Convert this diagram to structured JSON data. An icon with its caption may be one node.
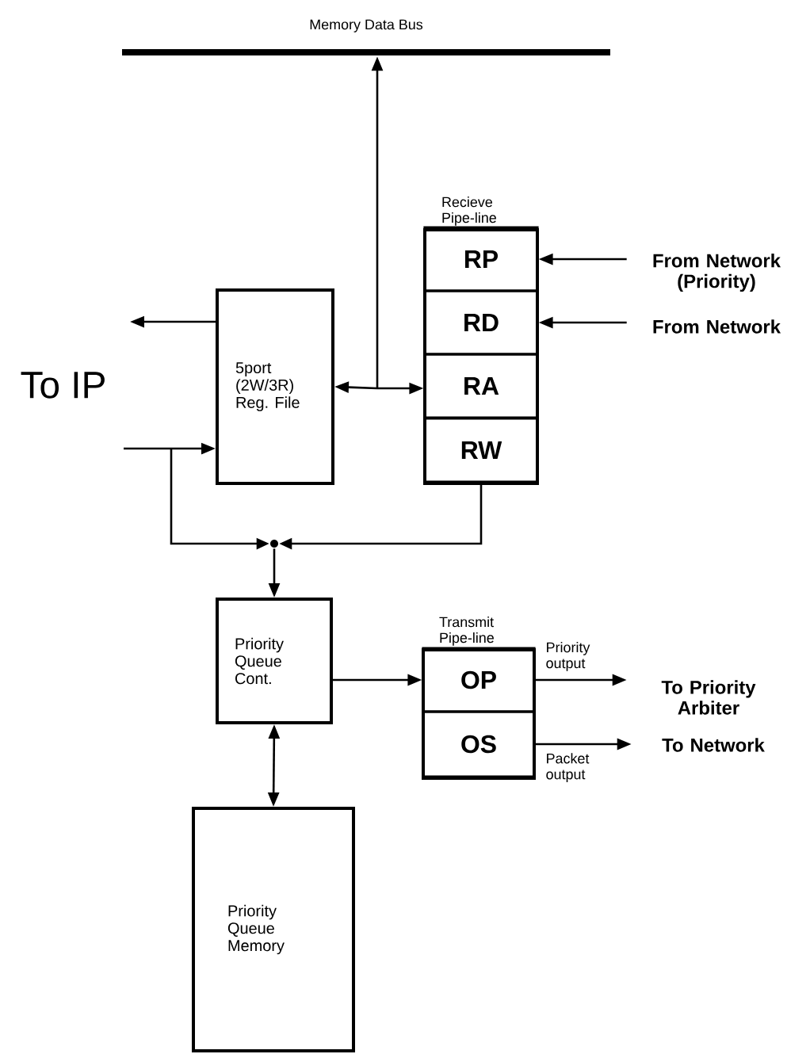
{
  "diagram": {
    "nodes": [
      {
        "text": [
          "Memory Data Bus"
        ]
      },
      {
        "text": [
          "Recieve Pipe-line"
        ]
      },
      {
        "text": [
          "RP"
        ],
        "in": 1
      },
      {
        "text": [
          "RD"
        ],
        "in": 1
      },
      {
        "text": [
          "RA"
        ],
        "in": 1
      },
      {
        "text": [
          "RW"
        ],
        "in": 1
      },
      {
        "text": [
          "From Network (Priority)"
        ]
      },
      {
        "text": [
          "From Network"
        ]
      },
      {
        "text": [
          "5port (2W/3R) Reg. File"
        ]
      },
      {
        "text": [],
        "shape": "circle"
      },
      {
        "text": [
          "Priority Queue Cont."
        ]
      },
      {
        "text": [
          "Transmit Pipe-line"
        ]
      },
      {
        "text": [
          "OP"
        ],
        "in": 11
      },
      {
        "text": [
          "OS"
        ],
        "in": 11
      },
      {
        "text": [
          "To Priority Arbiter"
        ]
      },
      {
        "text": [
          "To Network"
        ]
      },
      {
        "text": [
          "Priority Queue Memory"
        ]
      }
    ],
    "edges": [
      {
        "from": 0,
        "to": 8,
        "arrow": "both"
      },
      {
        "from": 0,
        "to": 4,
        "arrow": "both"
      },
      {
        "from": 6,
        "to": 2,
        "arrow": "to"
      },
      {
        "from": 7,
        "to": 3,
        "arrow": "to"
      },
      {
        "from": 8,
        "to": null,
        "arrow": "to"
      },
      {
        "from": null,
        "to": 8,
        "arrow": "to"
      },
      {
        "from": null,
        "to": 9,
        "arrow": "to"
      },
      {
        "from": 5,
        "to": 9,
        "arrow": "to"
      },
      {
        "from": 9,
        "to": 10,
        "arrow": "to"
      },
      {
        "from": 10,
        "to": 16,
        "arrow": "both"
      },
      {
        "from": 10,
        "to": 12,
        "arrow": "to"
      },
      {
        "from": 12,
        "to": 14,
        "arrow": "to",
        "label": "Priority output"
      },
      {
        "from": 13,
        "to": 15,
        "arrow": "to",
        "label": "Packet output"
      }
    ],
    "labels": [
      "To IP"
    ]
  }
}
